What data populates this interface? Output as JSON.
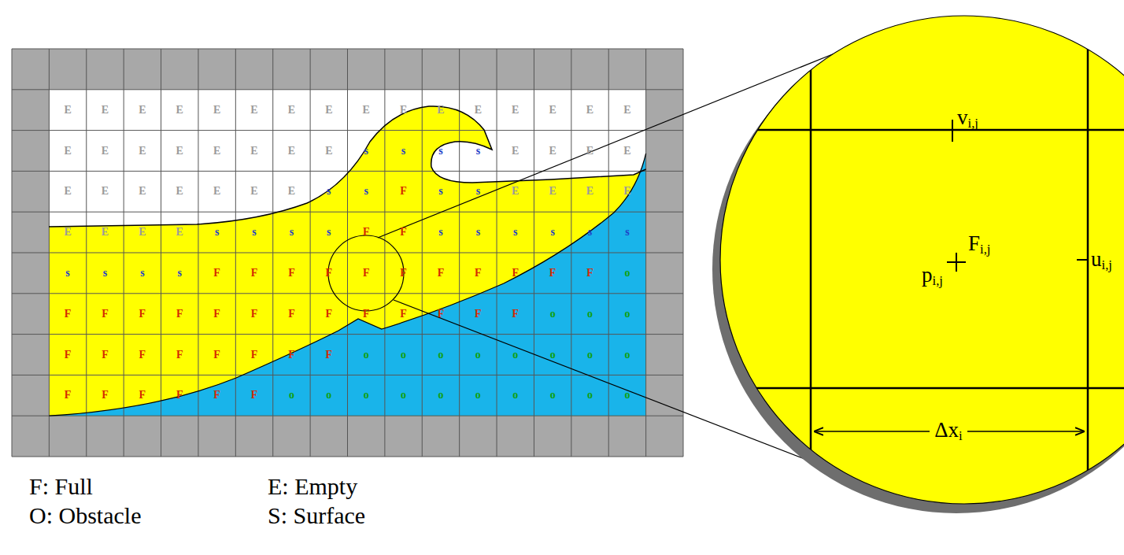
{
  "diagram": {
    "labels": [
      "E",
      "E",
      "E",
      "E",
      "E",
      "E",
      "E",
      "E",
      "E",
      "E",
      "E",
      "E",
      "E",
      "E",
      "E",
      "E",
      "E",
      "E",
      "E",
      "E",
      "E",
      "E",
      "E",
      "E",
      "s",
      "s",
      "s",
      "s",
      "E",
      "E",
      "E",
      "E",
      "E",
      "E",
      "E",
      "E",
      "E",
      "E",
      "E",
      "s",
      "s",
      "F",
      "s",
      "s",
      "E",
      "E",
      "E",
      "E",
      "E",
      "E",
      "E",
      "E",
      "s",
      "s",
      "s",
      "s",
      "F",
      "F",
      "s",
      "s",
      "s",
      "s",
      "s",
      "s",
      "s",
      "s",
      "s",
      "s",
      "F",
      "F",
      "F",
      "F",
      "F",
      "F",
      "F",
      "F",
      "F",
      "F",
      "F",
      "o",
      "F",
      "F",
      "F",
      "F",
      "F",
      "F",
      "F",
      "F",
      "F",
      "F",
      "F",
      "F",
      "F",
      "o",
      "o",
      "o",
      "F",
      "F",
      "F",
      "F",
      "F",
      "F",
      "F",
      "F",
      "o",
      "o",
      "o",
      "o",
      "o",
      "o",
      "o",
      "o",
      "F",
      "F",
      "F",
      "F",
      "F",
      "F",
      "o",
      "o",
      "o",
      "o",
      "o",
      "o",
      "o",
      "o",
      "o",
      "o",
      "vi,j",
      "Fi,j",
      "pi,j",
      "ui,j",
      "Δxi"
    ],
    "legend": [
      {
        "text": "F: Full"
      },
      {
        "text": "E: Empty"
      },
      {
        "text": "O: Obstacle"
      },
      {
        "text": "S: Surface"
      }
    ]
  }
}
